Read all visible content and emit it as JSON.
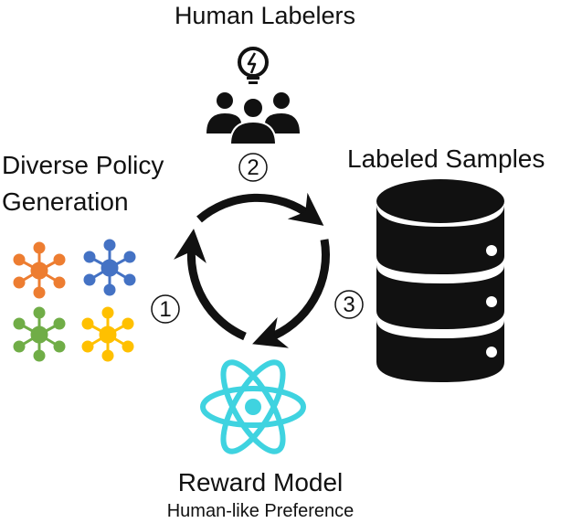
{
  "labels": {
    "human_labelers": "Human Labelers",
    "policy_line1": "Diverse Policy",
    "policy_line2": "Generation",
    "labeled_samples": "Labeled Samples",
    "reward_model": "Reward Model",
    "reward_sub": "Human-like Preference"
  },
  "steps": [
    "1",
    "2",
    "3"
  ],
  "icons": {
    "labelers": "people-with-lightbulb-icon",
    "samples": "database-icon",
    "reward": "atom-icon",
    "policies": [
      "network-orange-icon",
      "network-blue-icon",
      "network-green-icon",
      "network-yellow-icon"
    ]
  },
  "colors": {
    "orange": "#ED7D31",
    "blue": "#4472C4",
    "green": "#70AD47",
    "yellow": "#FFC000",
    "atom": "#3FD3E0",
    "dark": "#111111"
  }
}
